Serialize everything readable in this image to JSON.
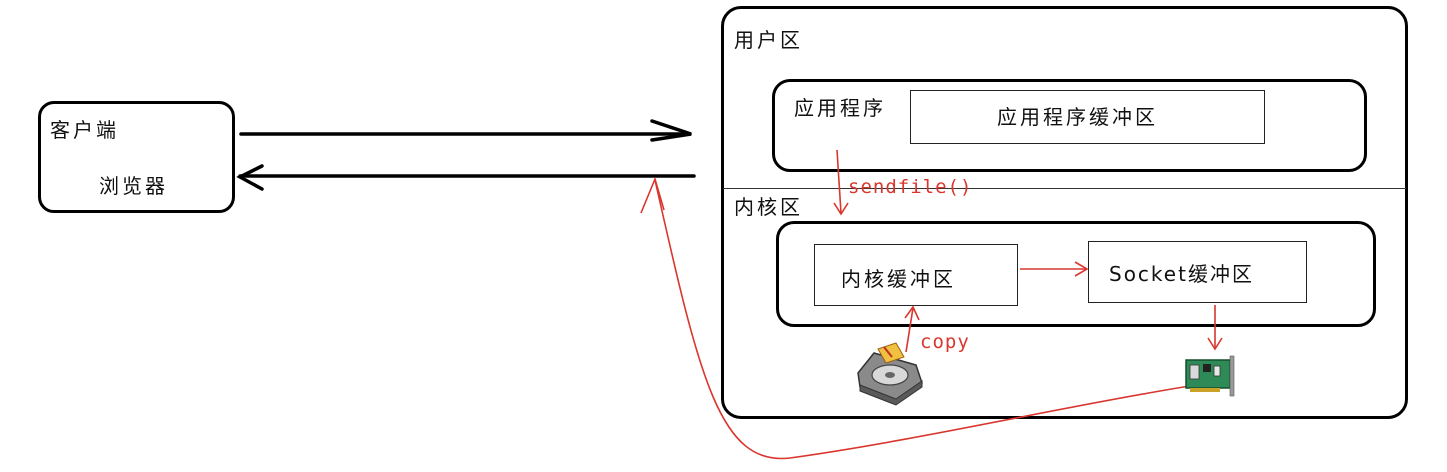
{
  "client": {
    "label": "客户端",
    "browser": "浏览器"
  },
  "server": {
    "user_space": "用户区",
    "application": "应用程序",
    "app_buffer": "应用程序缓冲区",
    "kernel_space": "内核区",
    "kernel_buffer": "内核缓冲区",
    "socket_buffer": "Socket缓冲区"
  },
  "annotations": {
    "sendfile": "sendfile()",
    "copy": "copy"
  },
  "icons": {
    "disk": "hard-disk-icon",
    "nic": "network-card-icon"
  },
  "colors": {
    "annotation": "#d9362e",
    "outline": "#000000",
    "nic_green": "#2e8b57"
  }
}
